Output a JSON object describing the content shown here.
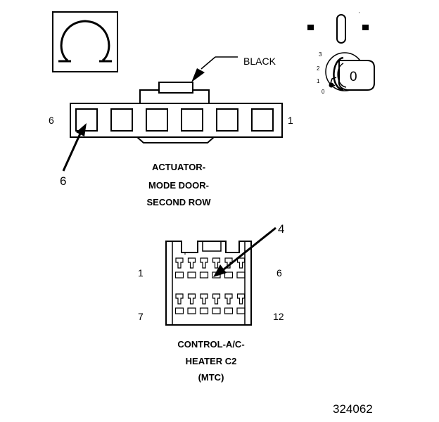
{
  "diagram": {
    "icons": {
      "ohm_symbol": "omega-icon",
      "ignition_key": "ignition-key-icon"
    },
    "ignition": {
      "positions": [
        "3",
        "2",
        "1",
        "0"
      ],
      "key_label": "0"
    },
    "actuator": {
      "wire_color_label": "BLACK",
      "pin_left": "6",
      "pin_right": "1",
      "probe_pin": "6",
      "cavities": 6,
      "title_lines": [
        "ACTUATOR-",
        "MODE DOOR-",
        "SECOND ROW"
      ]
    },
    "control": {
      "probe_pin": "4",
      "pin_top_left": "1",
      "pin_top_right": "6",
      "pin_bottom_left": "7",
      "pin_bottom_right": "12",
      "cavities_per_row": 6,
      "title_lines": [
        "CONTROL-A/C-",
        "HEATER C2",
        "(MTC)"
      ]
    },
    "figure_number": "324062"
  }
}
